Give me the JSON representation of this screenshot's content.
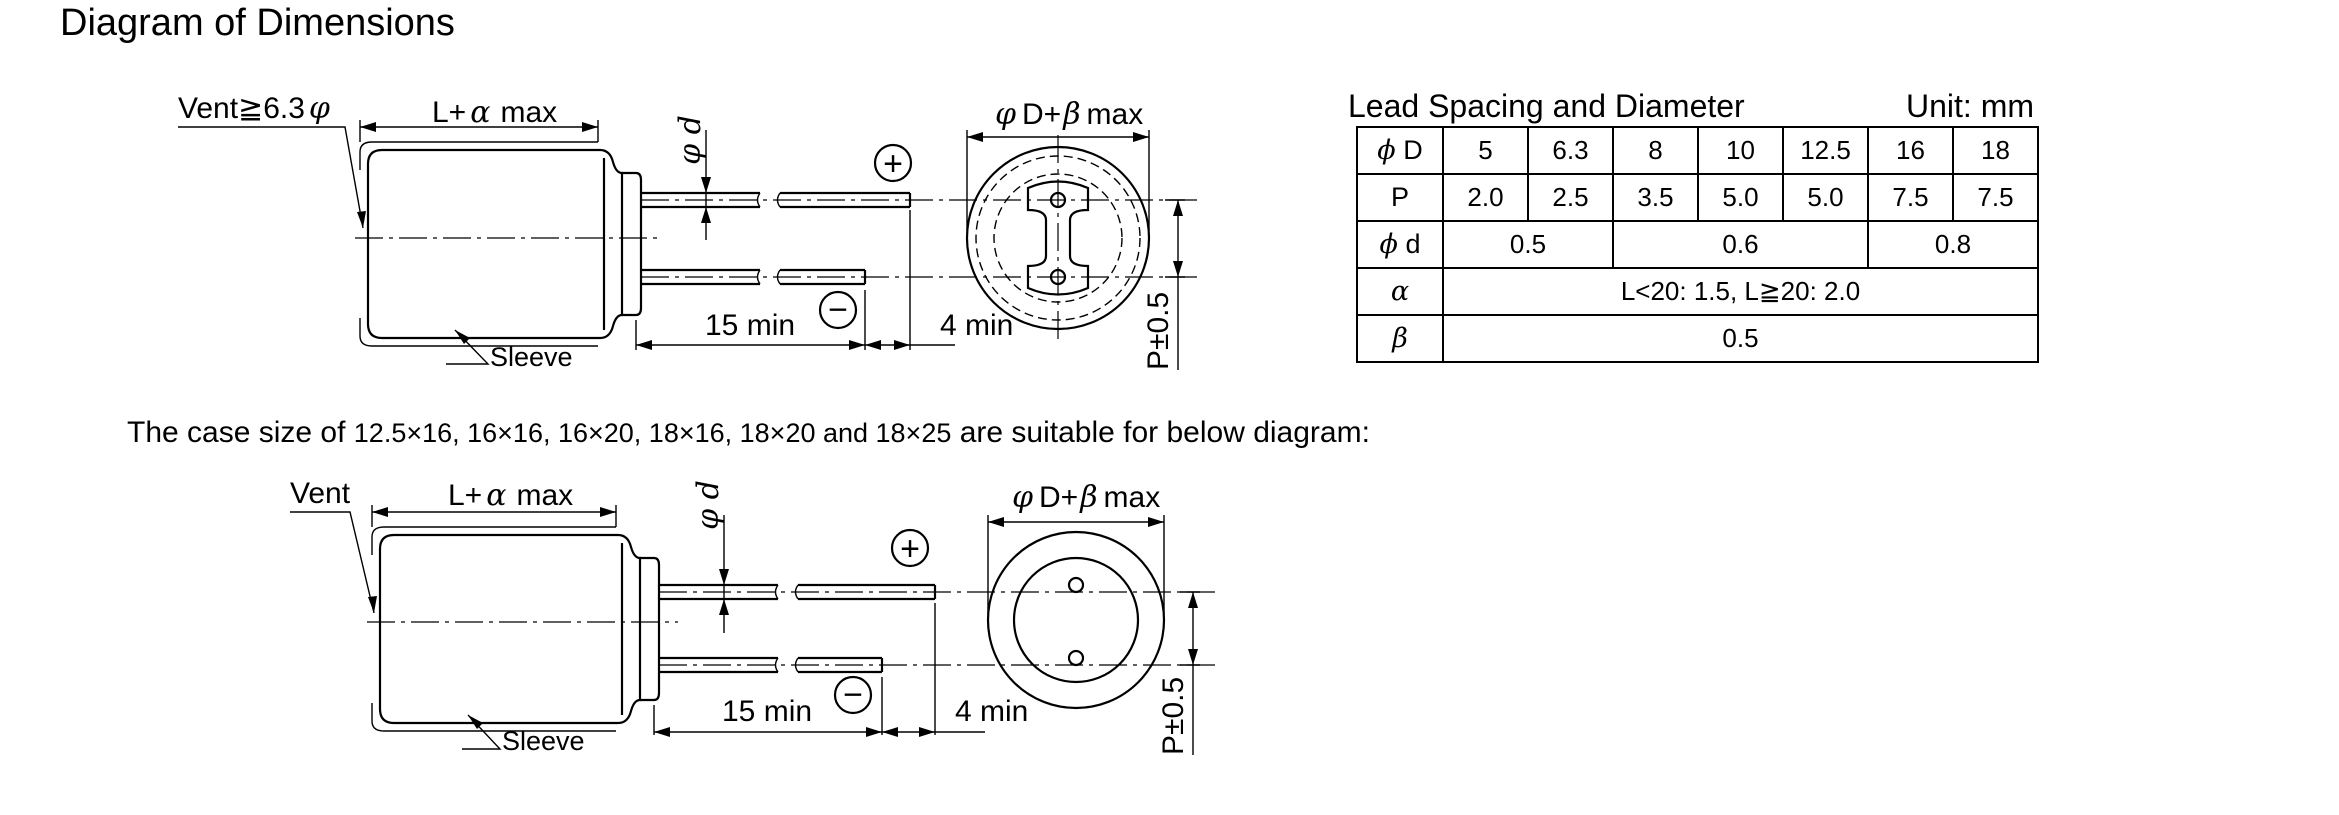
{
  "page": {
    "title": "Diagram of Dimensions",
    "note_prefix": "The case size of",
    "note_case_sizes": "12.5×16, 16×16, 16×20, 18×16, 18×20 and 18×25",
    "note_suffix": "are suitable for below diagram:"
  },
  "diagram_top": {
    "vent_label": "Vent≧6.3",
    "vent_symbol": "φ",
    "length_prefix": "L+",
    "length_symbol": "α",
    "length_suffix": "max",
    "lead_diameter_label": "φ d",
    "plus_sign": "+",
    "minus_sign": "−",
    "diameter_symbol": "φ",
    "diameter_prefix": "D+",
    "diameter_beta": "β",
    "diameter_suffix": "max",
    "sleeve_label": "Sleeve",
    "lead_min_label": "15 min",
    "end_min_label": "4 min",
    "spacing_label": "P±0.5"
  },
  "diagram_bottom": {
    "vent_label": "Vent",
    "length_prefix": "L+",
    "length_symbol": "α",
    "length_suffix": "max",
    "lead_diameter_label": "φ d",
    "plus_sign": "+",
    "minus_sign": "−",
    "diameter_symbol": "φ",
    "diameter_prefix": "D+",
    "diameter_beta": "β",
    "diameter_suffix": "max",
    "sleeve_label": "Sleeve",
    "lead_min_label": "15 min",
    "end_min_label": "4 min",
    "spacing_label": "P±0.5"
  },
  "lead_table": {
    "title": "Lead Spacing and Diameter",
    "unit": "Unit: mm",
    "rows": {
      "phiD": {
        "label_symbol": "ϕ",
        "label_text": "D",
        "cells": [
          "5",
          "6.3",
          "8",
          "10",
          "12.5",
          "16",
          "18"
        ]
      },
      "P": {
        "label_text": "P",
        "cells": [
          "2.0",
          "2.5",
          "3.5",
          "5.0",
          "5.0",
          "7.5",
          "7.5"
        ]
      },
      "phid": {
        "label_symbol": "ϕ",
        "label_text": "d",
        "cells": [
          "0.5",
          "0.6",
          "0.8"
        ]
      },
      "alpha": {
        "label_symbol": "α",
        "value": "L<20: 1.5, L≧20: 2.0"
      },
      "beta": {
        "label_symbol": "β",
        "value": "0.5"
      }
    }
  }
}
